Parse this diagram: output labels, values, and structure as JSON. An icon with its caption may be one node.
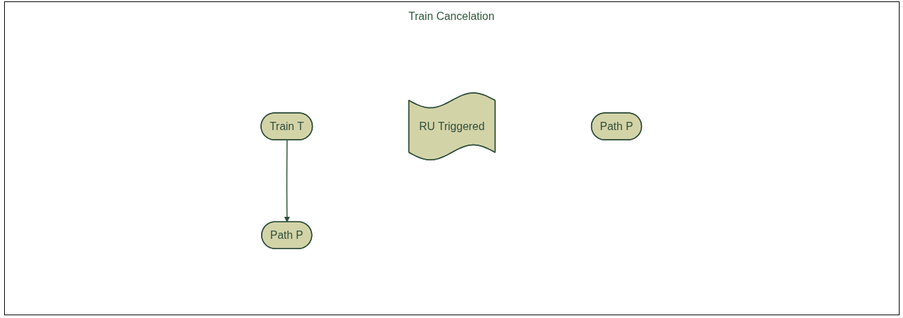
{
  "diagram": {
    "title": "Train Cancelation",
    "nodes": [
      {
        "text": [
          "Train T"
        ]
      },
      {
        "text": [
          "Path P"
        ]
      },
      {
        "text": [
          "RU Triggered"
        ]
      },
      {
        "text": [
          "Path P"
        ]
      }
    ],
    "edges": [
      {
        "from": 0,
        "to": 1,
        "arrow": "to"
      }
    ]
  }
}
